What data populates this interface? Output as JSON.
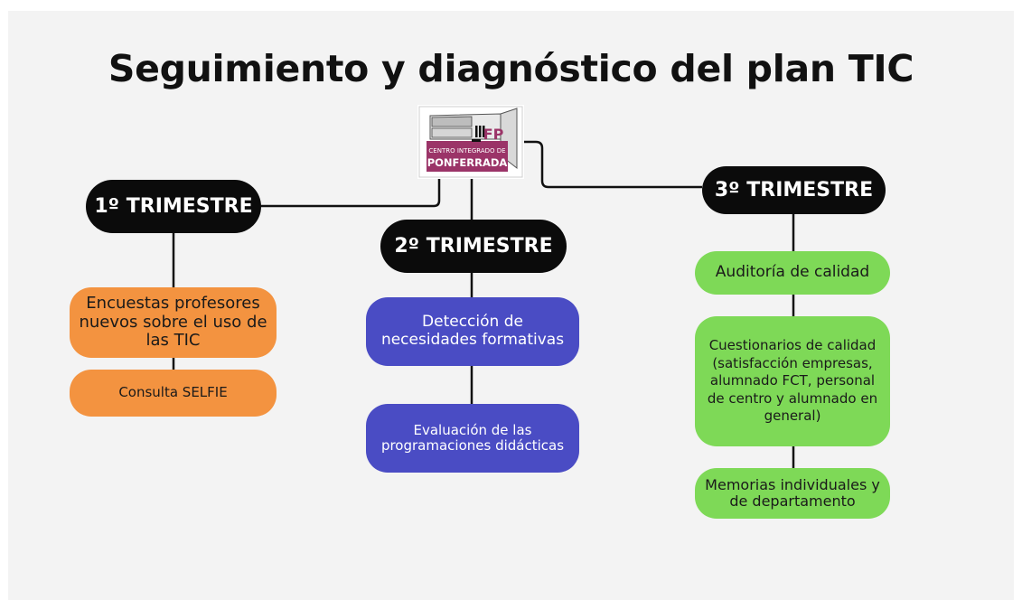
{
  "title": "Seguimiento y diagnóstico del plan TIC",
  "logo": {
    "line1": "CENTRO INTEGRADO DE",
    "line2": "PONFERRADA",
    "mark": "FP"
  },
  "columns": [
    {
      "heading": "1º TRIMESTRE",
      "items": [
        "Encuestas profesores nuevos sobre el uso de las TIC",
        "Consulta SELFIE"
      ]
    },
    {
      "heading": "2º TRIMESTRE",
      "items": [
        "Detección de necesidades formativas",
        "Evaluación de las programaciones didácticas"
      ]
    },
    {
      "heading": "3º TRIMESTRE",
      "items": [
        "Auditoría de calidad",
        "Cuestionarios de calidad (satisfacción empresas, alumnado FCT, personal de centro y alumnado en general)",
        "Memorias individuales y de departamento"
      ]
    }
  ],
  "colors": {
    "background": "#f3f3f3",
    "heading": "#0b0b0b",
    "col1": "#f39340",
    "col2": "#4a4cc4",
    "col3": "#7ed957"
  }
}
